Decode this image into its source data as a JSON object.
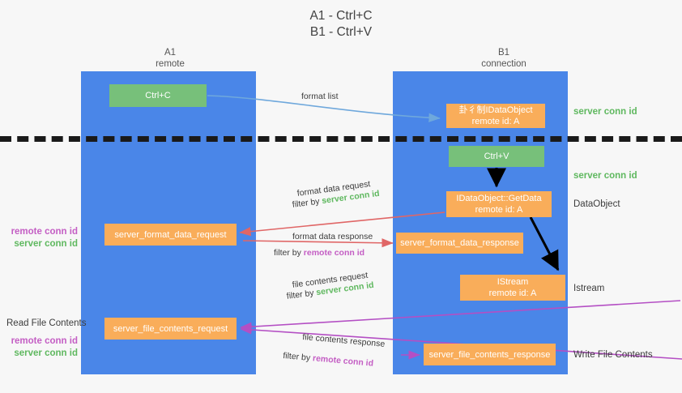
{
  "title": "A1 - Ctrl+C\nB1 - Ctrl+V",
  "columns": {
    "left": {
      "name": "A1",
      "role": "remote",
      "header": "A1\nremote"
    },
    "right": {
      "name": "B1",
      "role": "connection",
      "header": "B1\nconnection"
    }
  },
  "boxes": {
    "ctrl_c": {
      "label": "Ctrl+C",
      "color": "#77c07a"
    },
    "ctrl_v": {
      "label": "Ctrl+V",
      "color": "#77c07a"
    },
    "idataobject": {
      "label": "卦彳制IDataObject\nremote id: A",
      "color": "#f9ad5a"
    },
    "getdata": {
      "label": "IDataObject::GetData\nremote id: A",
      "color": "#f9ad5a"
    },
    "istream": {
      "label": "IStream\nremote id: A",
      "color": "#f9ad5a"
    },
    "server_format_data_request": {
      "label": "server_format_data_request",
      "color": "#f9ad5a"
    },
    "server_format_data_response": {
      "label": "server_format_data_response",
      "color": "#f9ad5a"
    },
    "server_file_contents_request": {
      "label": "server_file_contents_request",
      "color": "#f9ad5a"
    },
    "server_file_contents_response": {
      "label": "server_file_contents_response",
      "color": "#f9ad5a"
    }
  },
  "arrow_labels": {
    "format_list": "format list",
    "format_data_request": "format data request",
    "format_data_request_filter_prefix": "filter by ",
    "format_data_request_filter_value": "server conn id",
    "format_data_response": "format data response",
    "format_data_response_filter_prefix": "filter by ",
    "format_data_response_filter_value": "remote conn id",
    "file_contents_request": "file contents request",
    "file_contents_request_filter_prefix": "filter by ",
    "file_contents_request_filter_value": "server conn id",
    "file_contents_response": "file contents response",
    "file_contents_response_filter_prefix": "filter by ",
    "file_contents_response_filter_value": "remote conn id"
  },
  "side_labels": {
    "right_server_conn_id_1": "server conn id",
    "right_server_conn_id_2": "server conn id",
    "right_dataobject": "DataObject",
    "right_istream": "Istream",
    "right_write_file_contents": "Write File Contents",
    "left_remote_conn_id_1": "remote conn id",
    "left_server_conn_id_1": "server conn id",
    "left_read_file_contents": "Read File Contents",
    "left_remote_conn_id_2": "remote conn id",
    "left_server_conn_id_2": "server conn id"
  },
  "colors": {
    "lane": "#4a86e8",
    "green_box": "#77c07a",
    "orange_box": "#f9ad5a",
    "server_conn_id": "#5fb85f",
    "remote_conn_id": "#c45ec4",
    "arrow_format_list": "#6fa8dc",
    "arrow_format_data": "#e06666",
    "arrow_file_contents": "#b44fc4",
    "arrow_flow": "#000000",
    "divider": "#1a1a1a",
    "background": "#f7f7f7"
  }
}
